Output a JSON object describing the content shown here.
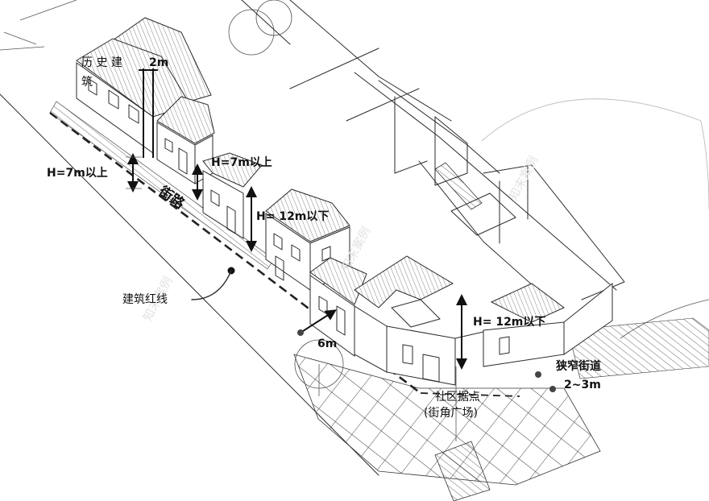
{
  "labels": {
    "historic_building_line1": "历 史 建",
    "historic_building_line2": "筑",
    "setback": "2m",
    "height_left": "H=7m以上",
    "height_mid": "H=7m以上",
    "street": "街路",
    "height_12_upper": "H= 12m以下",
    "building_line": "建筑红线",
    "width_6m": "6m",
    "height_12_lower": "H= 12m以下",
    "narrow_street": "狭窄街道",
    "narrow_width": "2~3m",
    "community_node": "社区据点",
    "corner_plaza": "(街角广场)"
  },
  "watermark": "知末案例",
  "colors": {
    "ink": "#2a2a2a",
    "paper": "#ffffff",
    "watermark": "#e2e2e2"
  }
}
